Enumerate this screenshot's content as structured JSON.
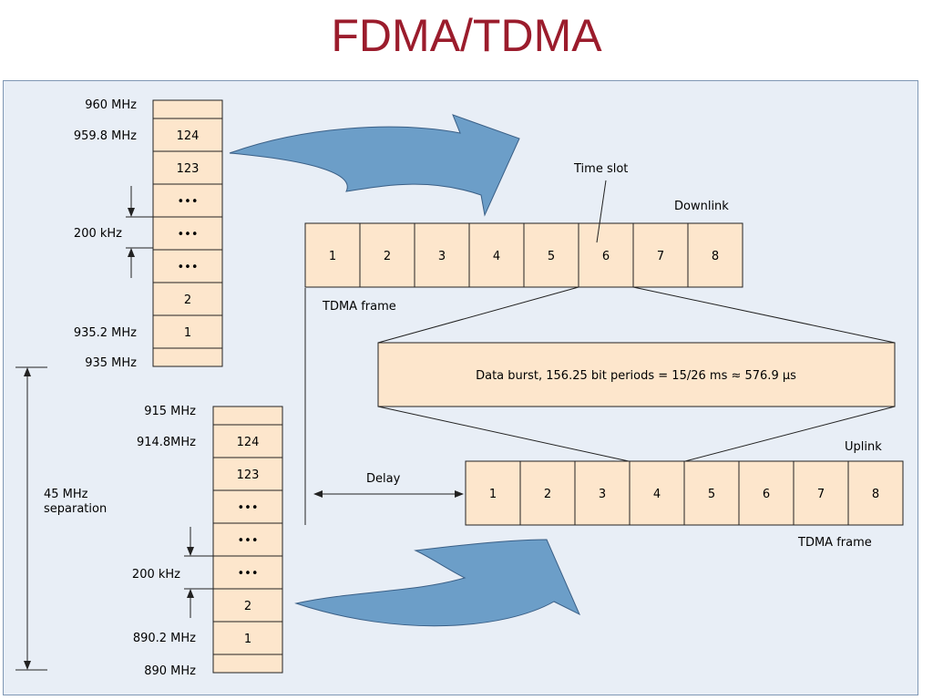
{
  "title": "FDMA/TDMA",
  "downlink_band": {
    "top_freq": "960 MHz",
    "first_freq": "959.8 MHz",
    "spacing": "200 kHz",
    "last_freq": "935.2 MHz",
    "bottom_freq": "935 MHz",
    "channels": [
      "124",
      "123",
      "•••",
      "•••",
      "•••",
      "2",
      "1"
    ]
  },
  "uplink_band": {
    "top_freq": "915 MHz",
    "first_freq": "914.8MHz",
    "spacing": "200 kHz",
    "last_freq": "890.2 MHz",
    "bottom_freq": "890 MHz",
    "channels": [
      "124",
      "123",
      "•••",
      "•••",
      "•••",
      "2",
      "1"
    ]
  },
  "separation": {
    "line1": "45 MHz",
    "line2": "separation"
  },
  "downlink_frame": {
    "label": "Downlink",
    "frame_label": "TDMA frame",
    "slots": [
      "1",
      "2",
      "3",
      "4",
      "5",
      "6",
      "7",
      "8"
    ]
  },
  "uplink_frame": {
    "label": "Uplink",
    "frame_label": "TDMA frame",
    "slots": [
      "1",
      "2",
      "3",
      "4",
      "5",
      "6",
      "7",
      "8"
    ]
  },
  "time_slot_label": "Time slot",
  "burst_text": "Data burst, 156.25 bit periods = 15/26 ms ≈ 576.9 µs",
  "delay_label": "Delay",
  "colors": {
    "title": "#9b1c2c",
    "cell_fill": "#fde6cc",
    "panel_bg": "#e8eef6",
    "arrow": "#6c9ec8"
  }
}
